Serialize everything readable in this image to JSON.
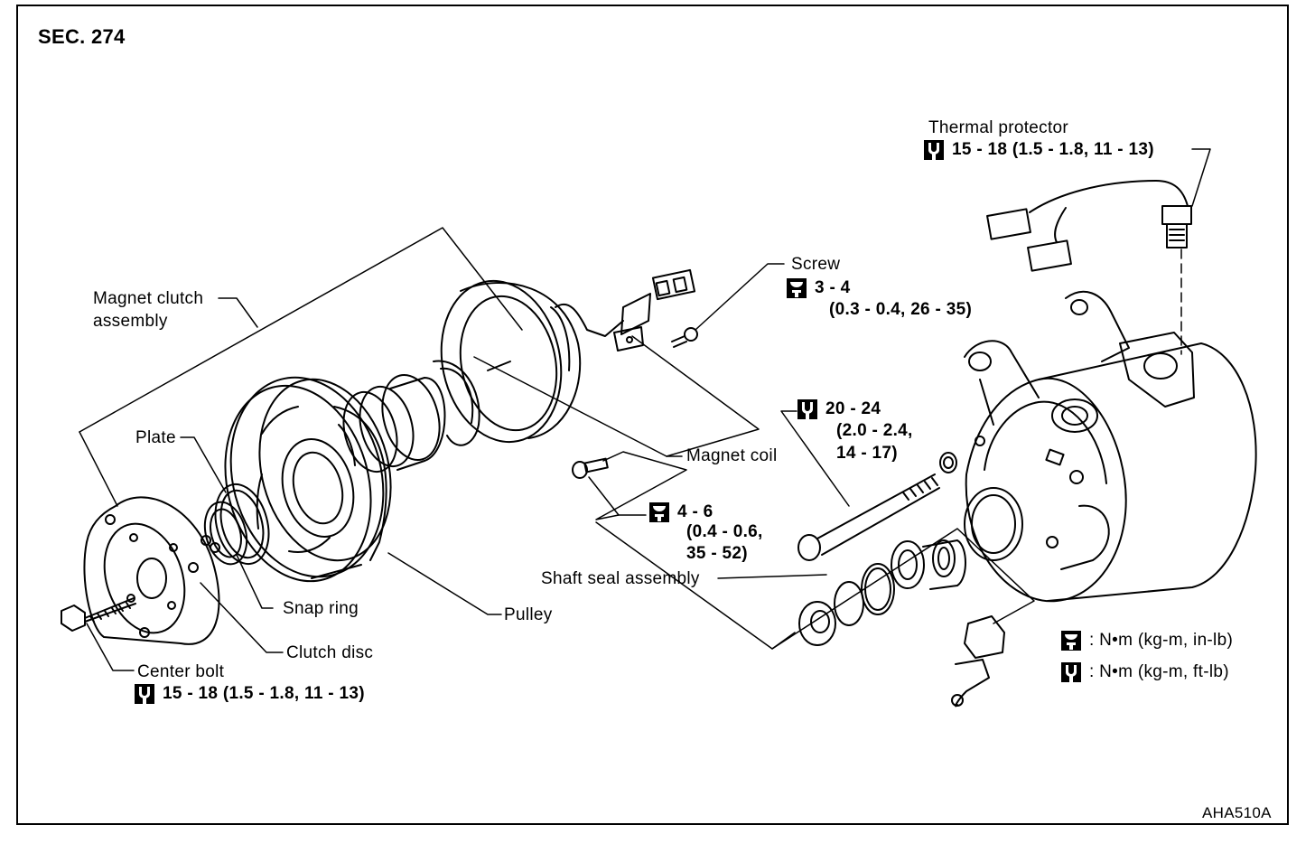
{
  "section": "SEC. 274",
  "figure_id": "AHA510A",
  "labels": {
    "thermal_protector": "Thermal protector",
    "thermal_torque": "15 - 18 (1.5 - 1.8, 11 - 13)",
    "screw": "Screw",
    "screw_torque_1": "3 - 4",
    "screw_torque_2": "(0.3 - 0.4, 26 - 35)",
    "magnet_clutch_1": "Magnet clutch",
    "magnet_clutch_2": "assembly",
    "plate": "Plate",
    "magnet_coil": "Magnet coil",
    "bolt_torque_1": "20 - 24",
    "bolt_torque_2": "(2.0 - 2.4,",
    "bolt_torque_3": "14 - 17)",
    "coil_torque_1": "4 - 6",
    "coil_torque_2": "(0.4 - 0.6,",
    "coil_torque_3": "35 - 52)",
    "shaft_seal": "Shaft seal assembly",
    "snap_ring": "Snap ring",
    "pulley": "Pulley",
    "clutch_disc": "Clutch disc",
    "center_bolt": "Center bolt",
    "center_bolt_torque": "15 - 18 (1.5 - 1.8, 11 - 13)"
  },
  "legend": [
    {
      "icon": "torque-wrench-filled-icon",
      "text": ":  N•m (kg-m, in-lb)"
    },
    {
      "icon": "torque-wrench-outline-icon",
      "text": ":  N•m (kg-m, ft-lb)"
    }
  ]
}
